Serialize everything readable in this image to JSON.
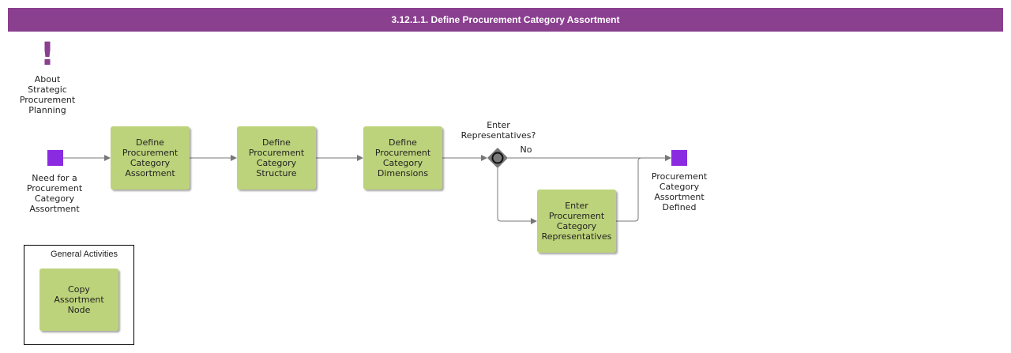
{
  "header": {
    "title": "3.12.1.1. Define Procurement Category Assortment"
  },
  "about": {
    "icon": "exclamation-icon",
    "label": "About\nStrategic\nProcurement\nPlanning"
  },
  "start_event": {
    "label": "Need for a\nProcurement\nCategory\nAssortment"
  },
  "tasks": [
    {
      "label": "Define\nProcurement\nCategory\nAssortment"
    },
    {
      "label": "Define\nProcurement\nCategory\nStructure"
    },
    {
      "label": "Define\nProcurement\nCategory\nDimensions"
    },
    {
      "label": "Enter\nProcurement\nCategory\nRepresentatives"
    }
  ],
  "gateway": {
    "question": "Enter\nRepresentatives?",
    "no_label": "No"
  },
  "end_event": {
    "label": "Procurement\nCategory\nAssortment\nDefined"
  },
  "general_activities": {
    "title": "General Activities",
    "items": [
      {
        "label": "Copy\nAssortment\nNode"
      }
    ]
  },
  "colors": {
    "header": "#8a3f8f",
    "task": "#bdd37b",
    "event": "#8a2be2",
    "gateway": "#777777",
    "connector": "#777777"
  }
}
